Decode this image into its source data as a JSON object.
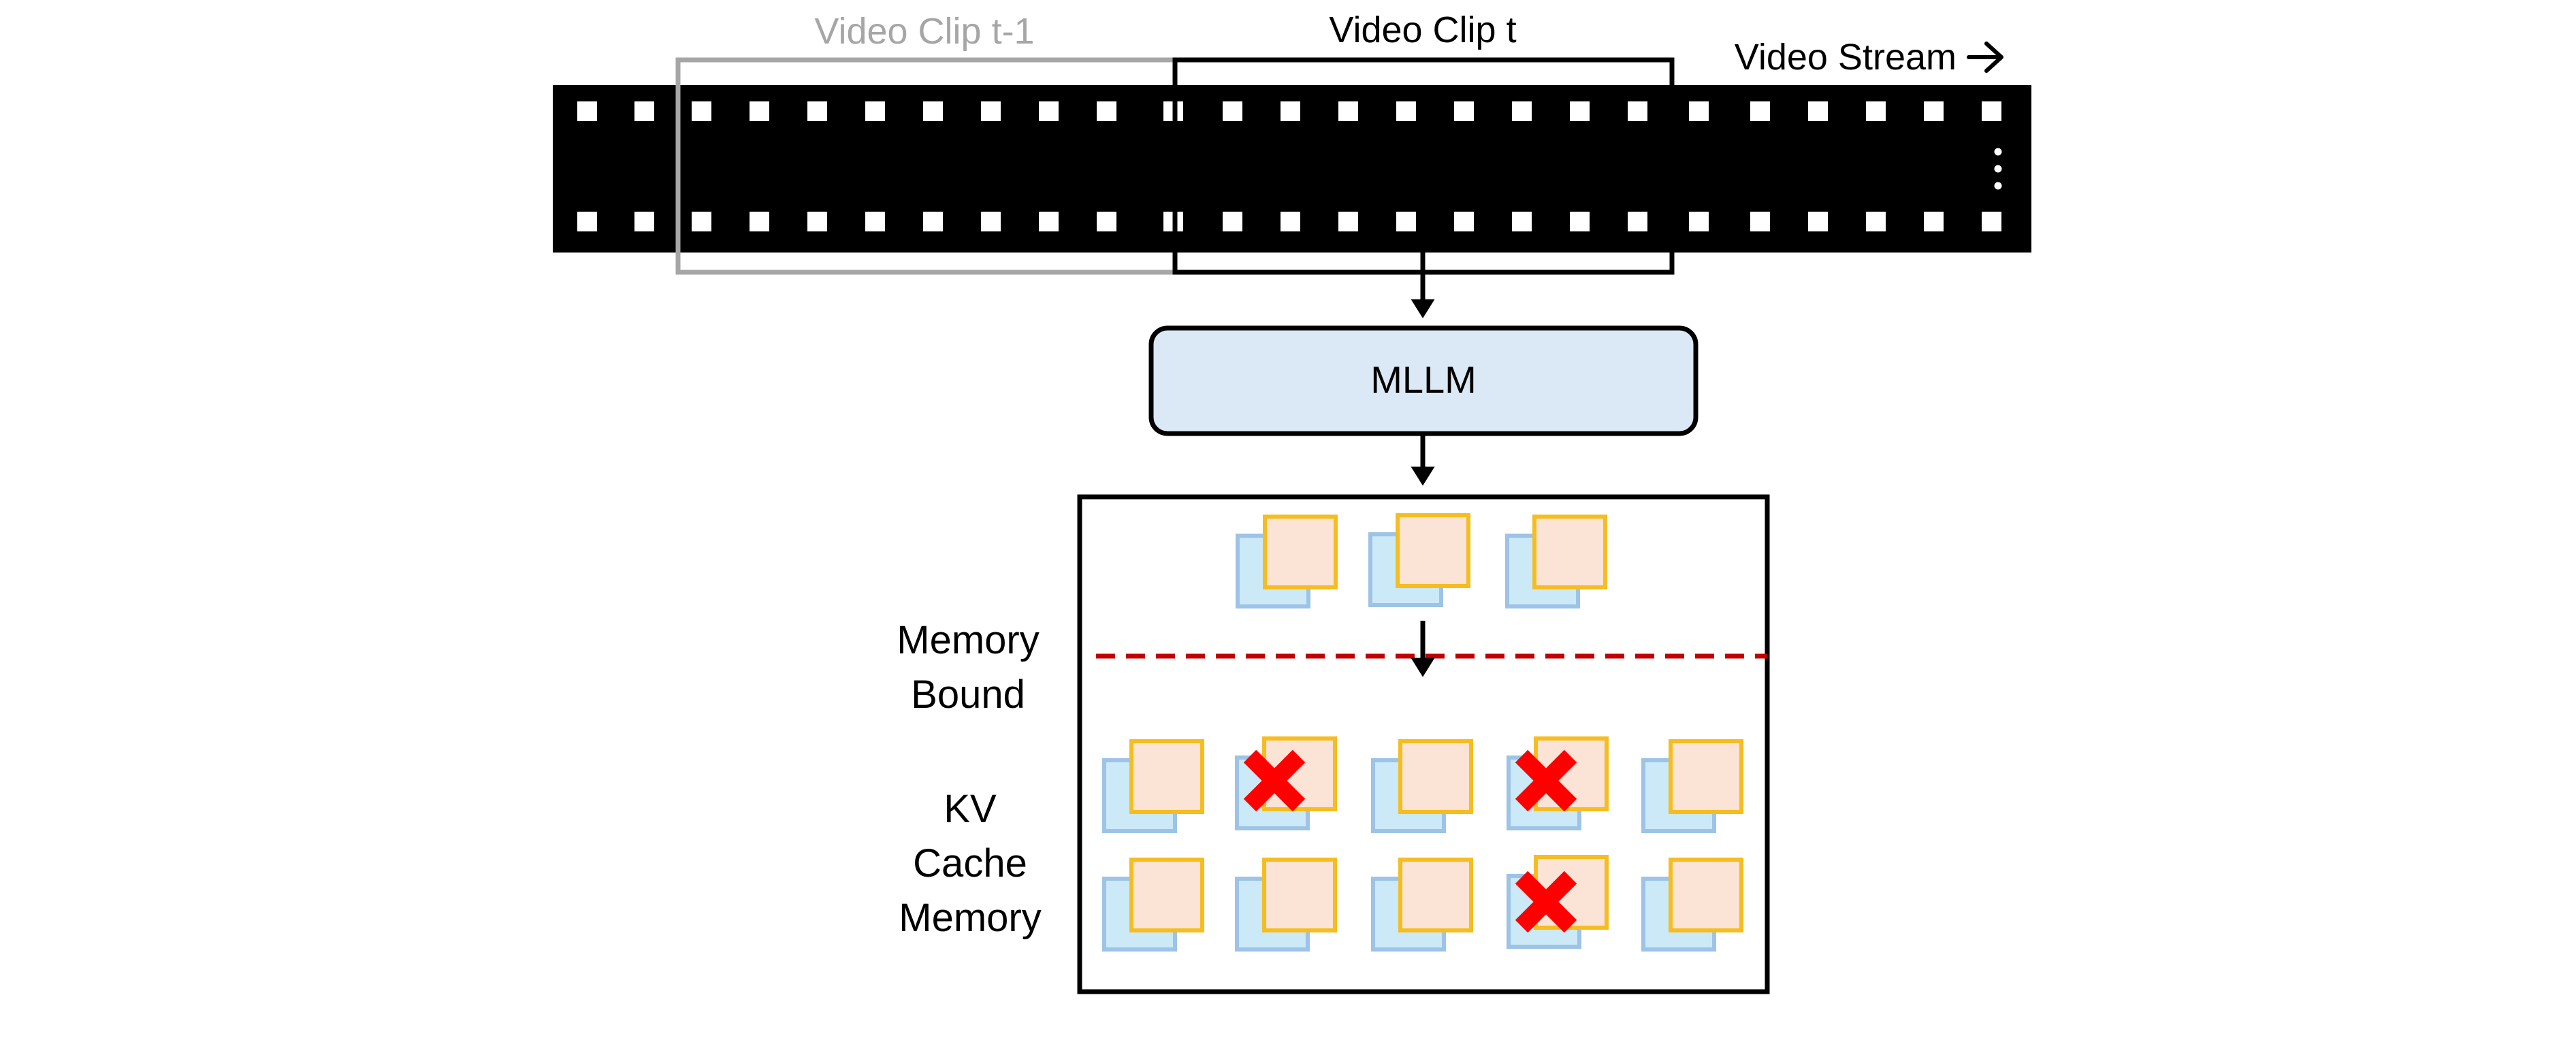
{
  "labels": {
    "clip_prev": "Video Clip t-1",
    "clip_curr": "Video Clip t",
    "stream": "Video Stream",
    "model": "MLLM",
    "bound_line1": "Memory",
    "bound_line2": "Bound",
    "kv_line1": "KV",
    "kv_line2": "Cache",
    "kv_line3": "Memory"
  },
  "icons": {
    "stream_arrow": "right-arrow-icon",
    "more_frames": "vertical-ellipsis-icon",
    "evicted": "red-x-icon"
  },
  "colors": {
    "film": "#000000",
    "clip_prev_frame": "#a6a6a6",
    "clip_curr_frame": "#000000",
    "mllm_fill": "#dbe8f5",
    "key_fill": "#cce9f7",
    "key_border": "#9dc3e6",
    "value_fill": "#fbe3d6",
    "value_border": "#f5bd1f",
    "memory_bound_line": "#c00000",
    "evict_mark": "#ff0000"
  },
  "kv_cache": {
    "incoming_tokens": 3,
    "cached_rows": 2,
    "cached_per_row": 5,
    "evicted": [
      [
        0,
        1
      ],
      [
        0,
        3
      ],
      [
        1,
        3
      ]
    ]
  }
}
